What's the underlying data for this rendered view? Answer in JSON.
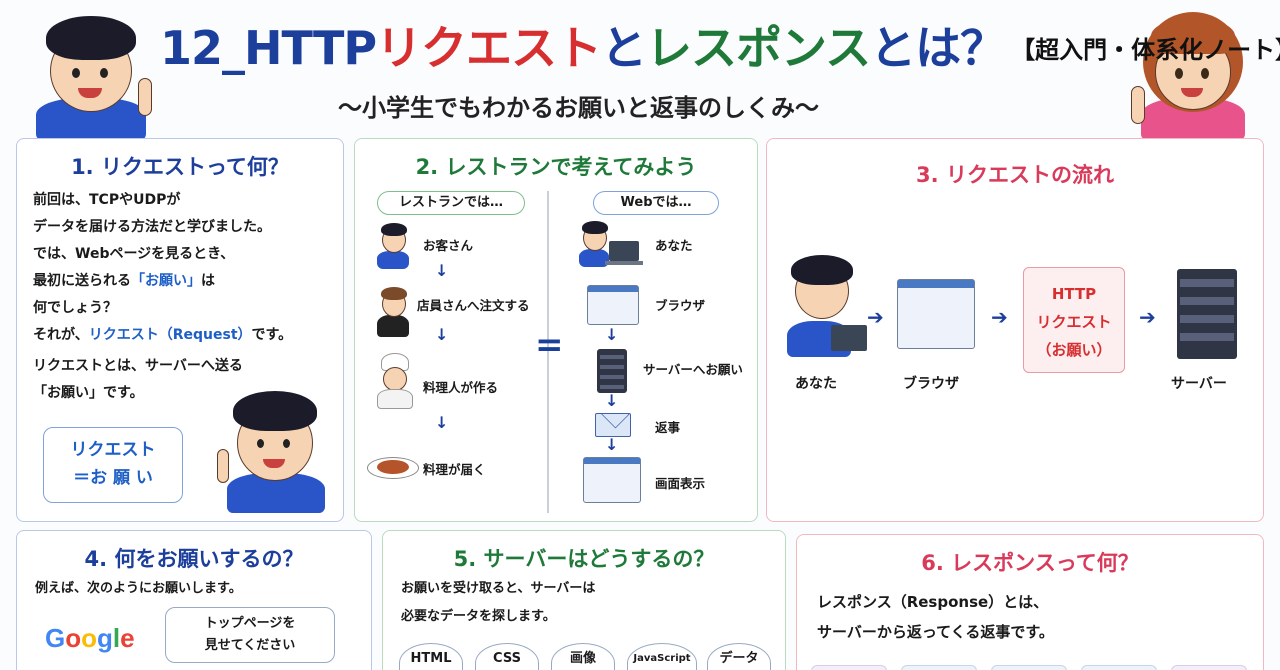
{
  "header": {
    "title_num": "12_HTTP",
    "title_req": "リクエスト",
    "title_to": "と",
    "title_res": "レスポンス",
    "title_end": "とは？",
    "title_tag": "【超入門・体系化ノート】",
    "subtitle": "～小学生でもわかるお願いと返事のしくみ～"
  },
  "card1": {
    "heading": "1. リクエストって何？",
    "lines": [
      "前回は、TCPやUDPが",
      "データを届ける方法だと学びました。",
      "では、Webページを見るとき、",
      "最初に送られる",
      "「お願い」",
      "は",
      "何でしょう？",
      "それが、",
      "リクエスト（Request）",
      "です。",
      "リクエストとは、サーバーへ送る",
      "「お願い」です。"
    ],
    "bubble_line1": "リクエスト",
    "bubble_line2": "＝お 願 い"
  },
  "card2": {
    "heading": "2. レストランで考えてみよう",
    "left_pill": "レストランでは…",
    "right_pill": "Webでは…",
    "left_steps": [
      "お客さん",
      "店員さんへ注文する",
      "料理人が作る",
      "料理が届く"
    ],
    "right_steps": [
      "あなた",
      "ブラウザ",
      "サーバーへお願い",
      "返事",
      "画面表示"
    ],
    "equals": "="
  },
  "card3": {
    "heading": "3. リクエストの流れ",
    "you": "あなた",
    "browser": "ブラウザ",
    "http_line1": "HTTP",
    "http_line2": "リクエスト",
    "http_line3": "（お願い）",
    "server": "サーバー"
  },
  "card4": {
    "heading": "4. 何をお願いするの？",
    "text": "例えば、次のようにお願いします。",
    "google": [
      "G",
      "o",
      "o",
      "g",
      "l",
      "e"
    ],
    "bubble_line1": "トップページを",
    "bubble_line2": "見せてください"
  },
  "card5": {
    "heading": "5. サーバーはどうするの？",
    "line1": "お願いを受け取ると、サーバーは",
    "line2": "必要なデータを探します。",
    "tags": [
      "HTML",
      "CSS",
      "画像",
      "JavaScript",
      "データ"
    ]
  },
  "card6": {
    "heading": "6. レスポンスって何？",
    "line1": "レスポンス（Response）とは、",
    "line2": "サーバーから返ってくる返事です。"
  },
  "colors": {
    "blue": "#1d3f9c",
    "red": "#d72f2f",
    "green": "#1f7a3a",
    "pink": "#d93a5a"
  }
}
